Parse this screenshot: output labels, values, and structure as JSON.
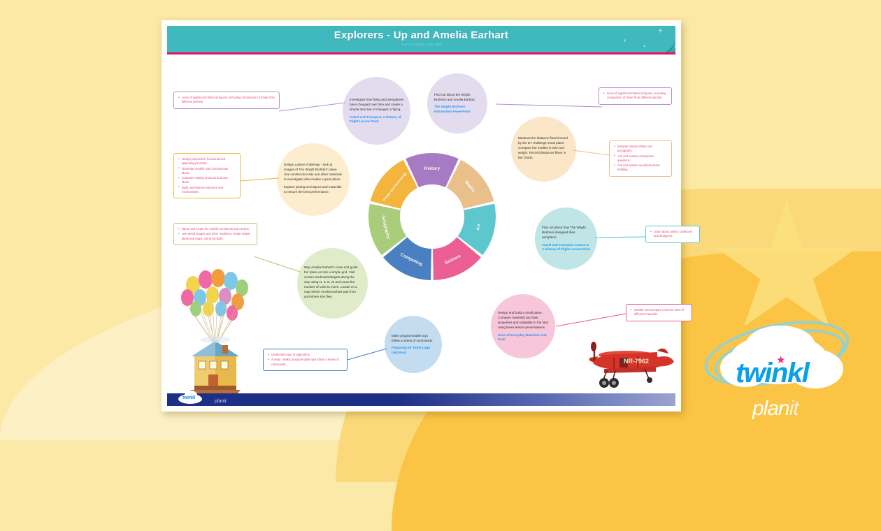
{
  "header": {
    "title": "Explorers - Up and Amelia Earhart",
    "subtitle": "Year 2 | English Topic Web"
  },
  "wheel": {
    "segments": [
      {
        "label": "History",
        "color": "#a77bc4"
      },
      {
        "label": "Maths",
        "color": "#e9c08a"
      },
      {
        "label": "Art",
        "color": "#5ec6cd"
      },
      {
        "label": "Science",
        "color": "#ec5f95"
      },
      {
        "label": "Computing",
        "color": "#4a7fc1"
      },
      {
        "label": "Geography",
        "color": "#a9cd7b"
      },
      {
        "label": "Design and Technology",
        "color": "#f4b53f"
      }
    ]
  },
  "circles": [
    {
      "id": "history-timeline",
      "text": "Investigate how flying and aeroplanes have changed over time and create a simple time line of changes in flying.",
      "link": "Travel and Transport, A History of Flight Lesson Pack",
      "color": "#e3dcee"
    },
    {
      "id": "history-wright-brothers",
      "text": "Find out about the Wright Brothers and Amelia Earhart.",
      "link": "The Wright Brothers Information PowerPoint",
      "color": "#e3dcee"
    },
    {
      "id": "maths-distance",
      "text": "Measure the distance flown/moved by the DT challenge small plane. Compare the models in size and weight. Record distances flown in bar charts.",
      "link": "",
      "color": "#fbe7c8"
    },
    {
      "id": "art-design-aeroplane",
      "text": "Find out about how The Wright Brothers designed their aeroplane.",
      "link": "Travel and Transport Lesson 3: A History of Flight Lesson Pack",
      "color": "#bfe5e7"
    },
    {
      "id": "science-build-plane",
      "text": "Design and build a small plane. Compare materials and their properties and suitability to the task using these lesson presentations.",
      "link": "Uses of Everyday Materials Unit Pack",
      "color": "#f8c6da"
    },
    {
      "id": "computing-programmable-toys",
      "text": "Make programmable toys follow a series of commands.",
      "link": "Preparing for Turtle Logo Unit Pack",
      "color": "#c3dcf0"
    },
    {
      "id": "geography-map-route",
      "text": "Map Amelia Earhart's route and guide her plane across a simple grid. Visit certain landmarks/targets along the way using N, S, E, W and count the number of units to move. Locate on a map where Amelia Earhart was from and where she flew.",
      "link": "",
      "color": "#e0ecc9"
    },
    {
      "id": "dt-design-plane-challenge",
      "text": "Design a plane challenge - look at images of The Wright Brothers' plane. Use construction kits and other materials to investigate what makes a good plane.",
      "text2": "Explore joining techniques and materials to ensure the best performance.",
      "link": "",
      "color": "#fcedcf"
    }
  ],
  "callouts": [
    {
      "id": "history-objectives-left",
      "border": "#b58fc9",
      "items": [
        "Lives of significant historical figures, including comparison of those from different periods."
      ]
    },
    {
      "id": "history-objectives-right",
      "border": "#b58fc9",
      "items": [
        "Lives of significant historical figures, including comparison of those from different periods."
      ]
    },
    {
      "id": "dt-objectives",
      "border": "#f4b53f",
      "items": [
        "Design purposeful, functional and appealing products.",
        "Generate models and communicate ideas.",
        "Evaluate existing products and own ideas.",
        "Build and improve structure and mechanisms."
      ]
    },
    {
      "id": "maths-objectives",
      "border": "#e9c08a",
      "items": [
        "Interpret simple tables and pictograms.",
        "Ask and answer comparison questions.",
        "Ask and answer questions about totalling."
      ]
    },
    {
      "id": "geography-objectives",
      "border": "#a9cd7b",
      "items": [
        "Name and locate the world's continents and oceans.",
        "Use aerial images and other models to create simple plans and maps, using symbols."
      ]
    },
    {
      "id": "art-objectives",
      "border": "#5ec6cd",
      "items": [
        "Learn about artists, craftsmen and designers."
      ]
    },
    {
      "id": "science-objectives",
      "border": "#ec5f95",
      "items": [
        "Identify and compare common uses of different materials."
      ]
    },
    {
      "id": "computing-objectives",
      "border": "#4a7fc1",
      "items": [
        "Understand use of algorithms.",
        "Activity - Make programmable toys follow a series of commands."
      ]
    }
  ],
  "footer": {
    "logo_word": "twinkl",
    "planit": "planit"
  },
  "brand": {
    "word": "twinkl",
    "planit_bold": "plan",
    "planit_italic": "it"
  },
  "plane": {
    "registration": "NR-7962"
  }
}
